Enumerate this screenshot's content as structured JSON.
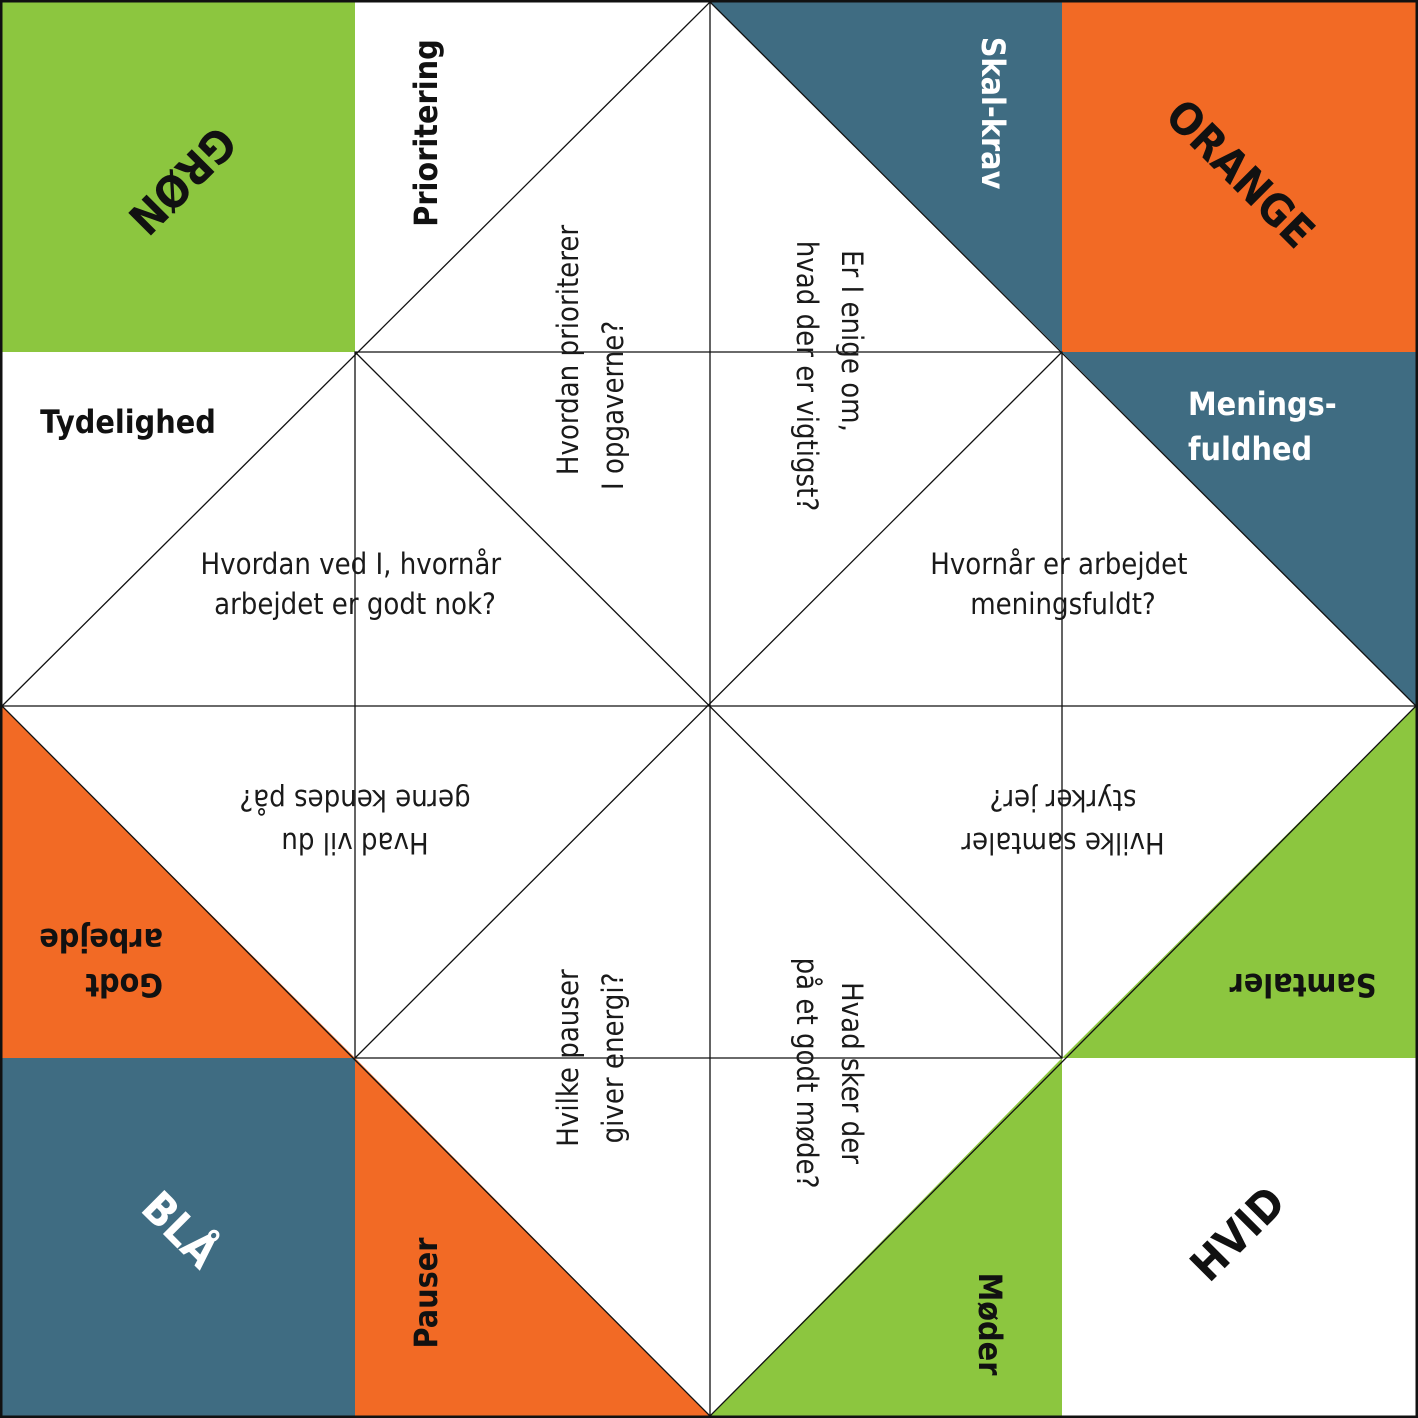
{
  "colors": {
    "green": "#8cc63f",
    "blue": "#3f6c82",
    "orange": "#f26a25",
    "white": "#ffffff",
    "line": "#111111"
  },
  "corners": {
    "top_left": "GRØN",
    "top_right": "ORANGE",
    "bottom_left": "BLÅ",
    "bottom_right": "HVID"
  },
  "flaps": {
    "prioritering": "Prioritering",
    "skal_krav": "Skal-krav",
    "tydelighed": "Tydelighed",
    "meningsfuldhed": [
      "Menings-",
      "fuldhed"
    ],
    "godt_arbejde": [
      "Godt",
      "arbejde"
    ],
    "samtaler": "Samtaler",
    "pauser": "Pauser",
    "moeder": "Møder"
  },
  "questions": {
    "prioritering": [
      "Hvordan prioriterer",
      "I opgaverne?"
    ],
    "skal_krav": [
      "Er I enige om,",
      "hvad der er vigtigst?"
    ],
    "tydelighed": [
      "Hvordan ved I, hvornår",
      "arbejdet er godt nok?"
    ],
    "meningsfuldhed": [
      "Hvornår er arbejdet",
      "meningsfuldt?"
    ],
    "godt_arbejde": [
      "Hvad vil du",
      "gerne kendes på?"
    ],
    "samtaler": [
      "Hvilke samtaler",
      "styrker jer?"
    ],
    "pauser": [
      "Hvilke pauser",
      "giver energi?"
    ],
    "moeder": [
      "Hvad sker der",
      "på et godt møde?"
    ]
  }
}
